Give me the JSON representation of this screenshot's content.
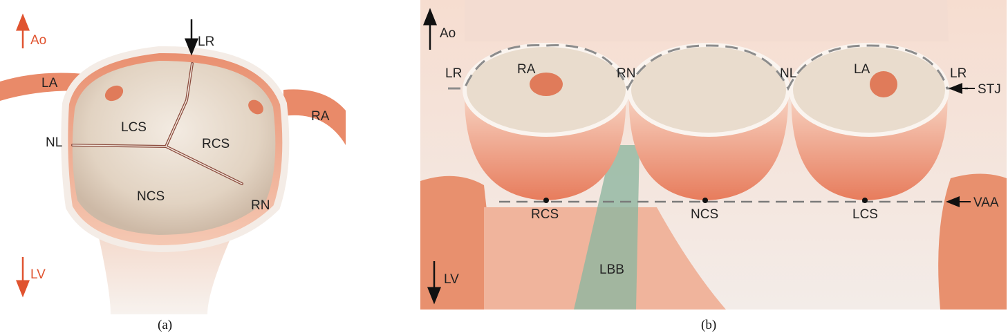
{
  "panel_a": {
    "caption": "(a)",
    "labels": {
      "ao": "Ao",
      "lv": "LV",
      "lr": "LR",
      "la": "LA",
      "ra": "RA",
      "nl": "NL",
      "rn": "RN",
      "lcs": "LCS",
      "rcs": "RCS",
      "ncs": "NCS"
    }
  },
  "panel_b": {
    "caption": "(b)",
    "labels": {
      "ao": "Ao",
      "lv": "LV",
      "lr_left": "LR",
      "ra": "RA",
      "rn": "RN",
      "nl": "NL",
      "la": "LA",
      "lr_right": "LR",
      "stj": "STJ",
      "vaa": "VAA",
      "rcs": "RCS",
      "ncs": "NCS",
      "lcs": "LCS",
      "lbb": "LBB"
    }
  },
  "colors": {
    "accent_red": "#e0532f",
    "tissue_salmon": "#e8906e",
    "tissue_light": "#f7e4d8",
    "cusp_cream": "#e9dccd",
    "lbb_green": "#8fb7a0"
  }
}
